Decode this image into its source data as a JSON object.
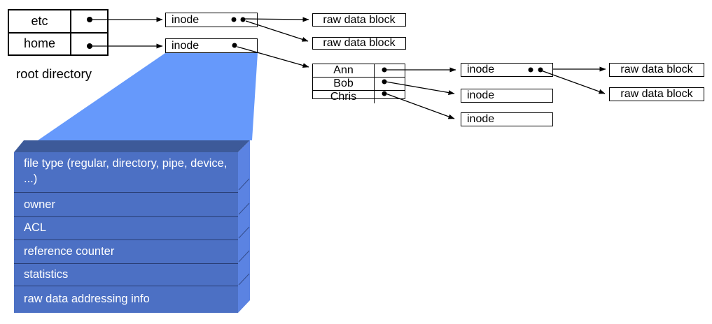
{
  "labels": {
    "inode": "inode",
    "raw_data_block": "raw data block"
  },
  "root_directory": {
    "caption": "root directory",
    "entries": [
      "etc",
      "home"
    ]
  },
  "home_directory": {
    "entries": [
      "Ann",
      "Bob",
      "Chris"
    ]
  },
  "inode_fields": [
    "file type (regular, directory, pipe, device, ...)",
    "owner",
    "ACL",
    "reference counter",
    "statistics",
    "raw data addressing info"
  ],
  "colors": {
    "funnel": "#6699FB",
    "box_front": "#4C70C4",
    "box_side": "#5B83E2",
    "box_bevel": "#3D5A99",
    "line": "#000000",
    "text_light": "#FFFFFF"
  }
}
